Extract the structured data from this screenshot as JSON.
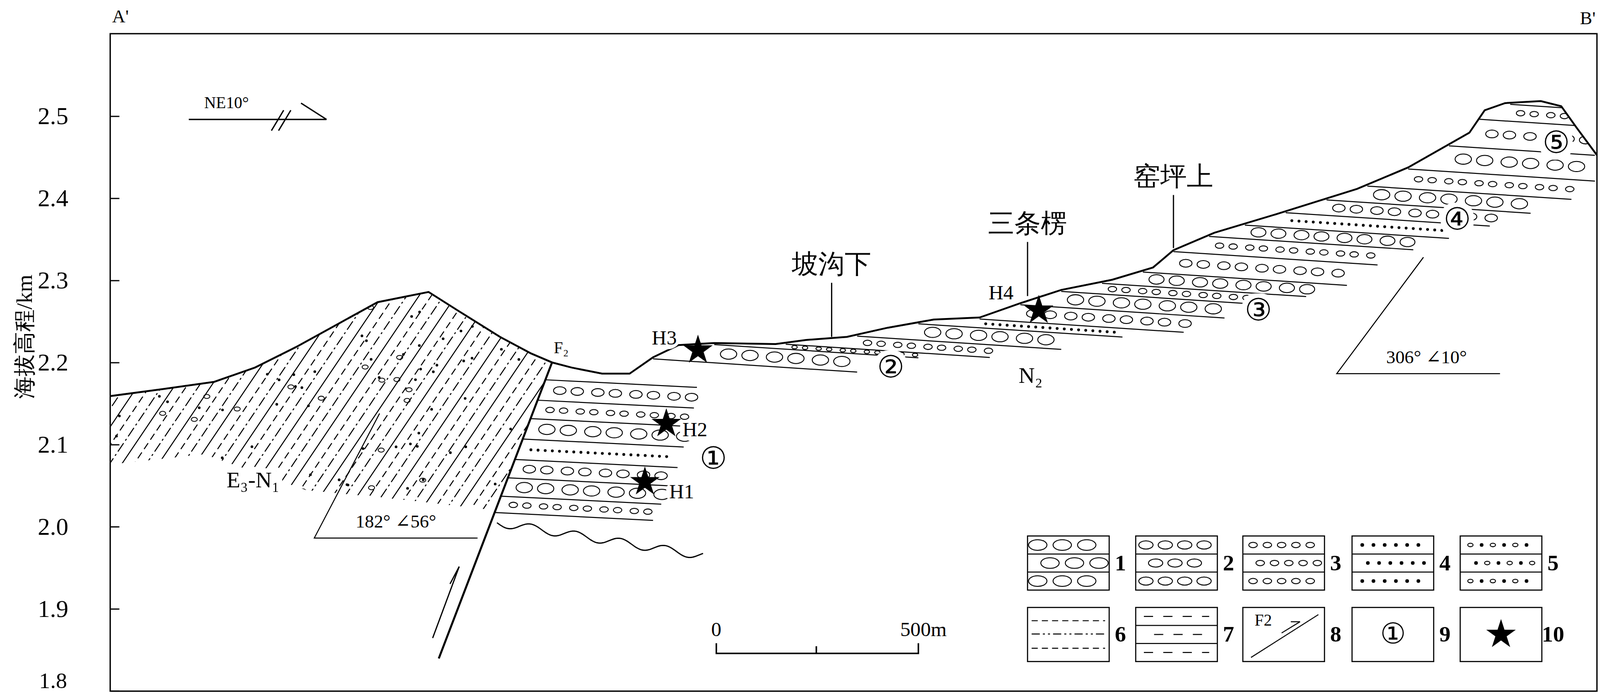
{
  "diagram": {
    "labels": [
      "A'",
      "B'",
      "海拔高程/km",
      "2.5",
      "2.4",
      "2.3",
      "2.2",
      "2.1",
      "2.0",
      "1.9",
      "1.8",
      "NE10°",
      "E₃-N₁",
      "182° ∠56°",
      "F₂",
      "H3",
      "H2",
      "H1",
      "H4",
      "①",
      "②",
      "③",
      "④",
      "⑤",
      "坡沟下",
      "三条楞",
      "窑坪上",
      "N₂",
      "306° ∠10°",
      "0",
      "500m",
      "F2",
      "①"
    ],
    "legend": [
      {
        "text": "1"
      },
      {
        "text": "2"
      },
      {
        "text": "3"
      },
      {
        "text": "4"
      },
      {
        "text": "5"
      },
      {
        "text": "6"
      },
      {
        "text": "7"
      },
      {
        "text": "8"
      },
      {
        "text": "9"
      },
      {
        "text": "10"
      }
    ]
  }
}
